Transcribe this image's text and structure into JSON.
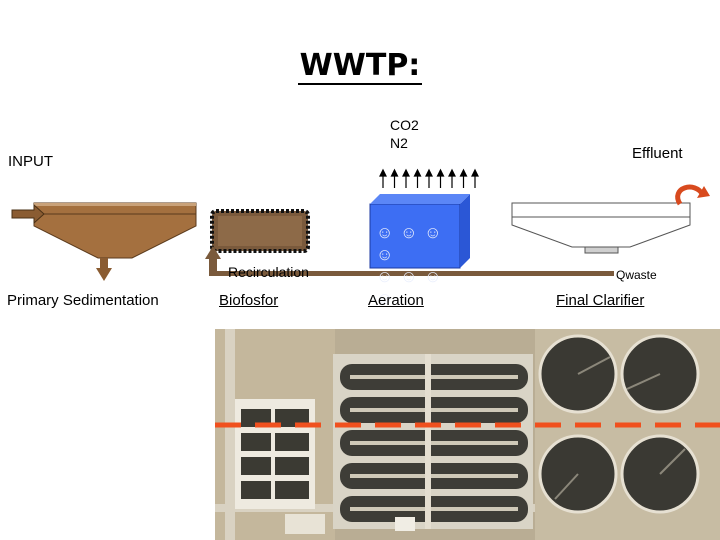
{
  "title": "WWTP:",
  "labels": {
    "gas_co2": "CO2",
    "gas_n2": "N2",
    "effluent": "Effluent",
    "input": "INPUT",
    "recirculation": "Recirculation",
    "qwaste": "Qwaste"
  },
  "stages": [
    {
      "name": "Primary Sedimentation",
      "underlined": false
    },
    {
      "name": "Biofosfor",
      "underlined": true
    },
    {
      "name": "Aeration",
      "underlined": true
    },
    {
      "name": "Final Clarifier",
      "underlined": true
    }
  ],
  "aeration_bubbles": "☺ ☺ ☺ ☺",
  "colors": {
    "sludge": "#a4703f",
    "sludge_dark": "#6e4a25",
    "aeration_blue": "#3d6ef3",
    "pipe": "#7a5a3c",
    "cut_line": "#f0501e",
    "effluent_arrow": "#d84a1e"
  },
  "photo": {
    "description_icon": "aerial-plant-photo"
  }
}
